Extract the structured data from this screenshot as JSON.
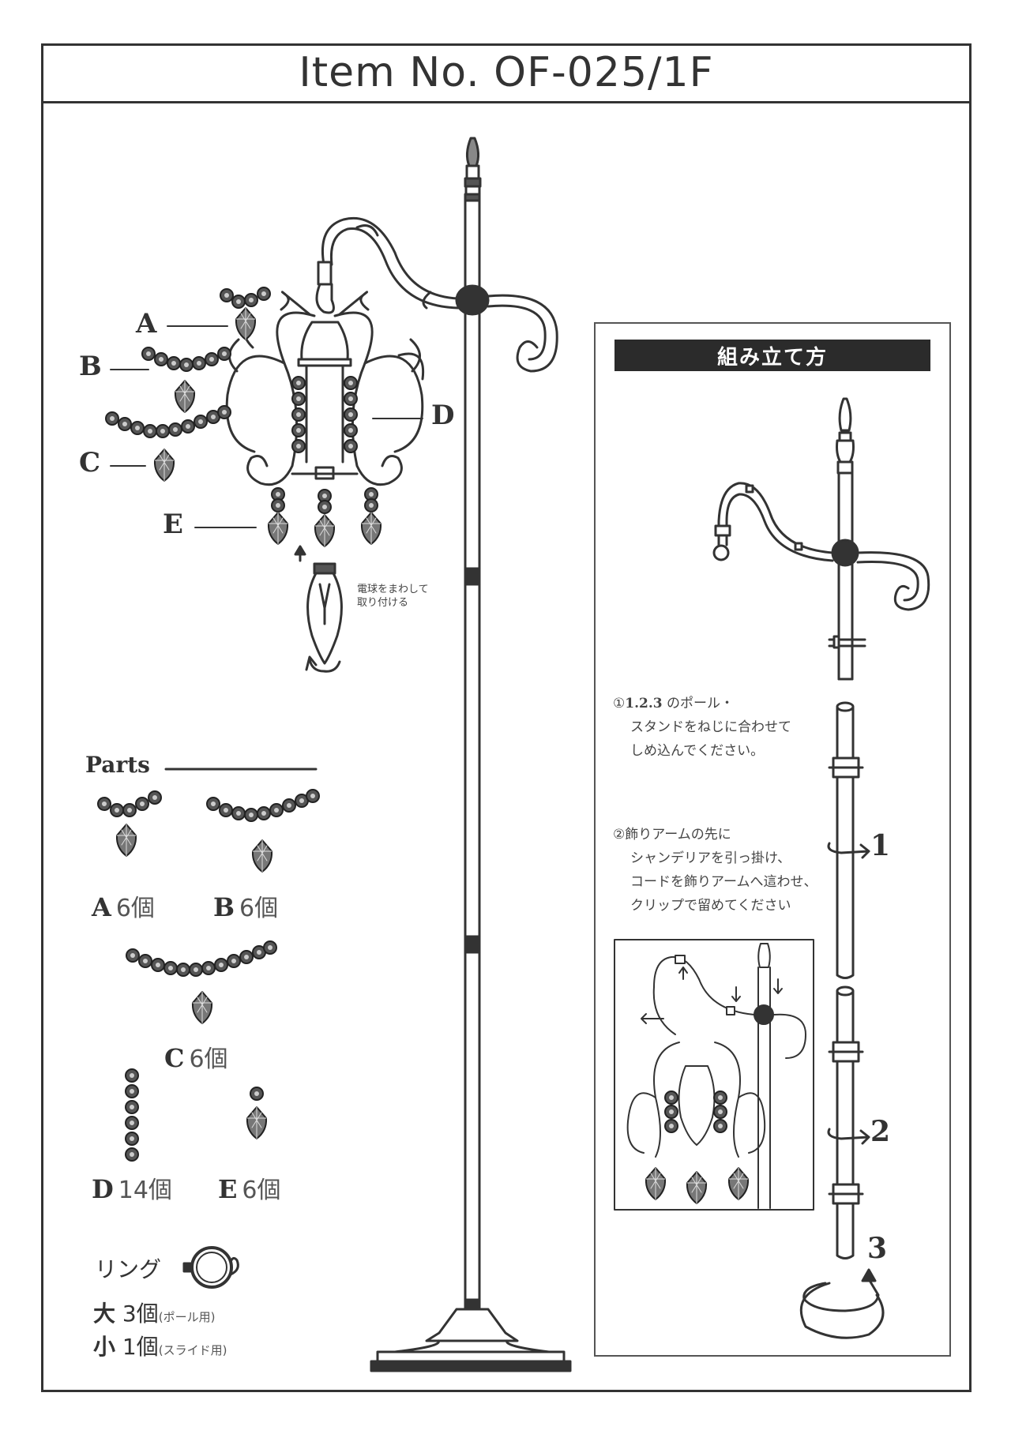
{
  "title": "Item No. OF-025/1F",
  "diagram_labels": {
    "a": "A",
    "b": "B",
    "c": "C",
    "d": "D",
    "e": "E"
  },
  "bulb_note": [
    "電球をまわして",
    "取り付ける"
  ],
  "parts": {
    "heading": "Parts",
    "items": [
      {
        "letter": "A",
        "qty": "6個"
      },
      {
        "letter": "B",
        "qty": "6個"
      },
      {
        "letter": "C",
        "qty": "6個"
      },
      {
        "letter": "D",
        "qty": "14個"
      },
      {
        "letter": "E",
        "qty": "6個"
      }
    ],
    "ring": {
      "name": "リング",
      "large": "大",
      "large_qty": "3個",
      "large_use": "(ポール用)",
      "small": "小",
      "small_qty": "1個",
      "small_use": "(スライド用)"
    }
  },
  "assembly": {
    "heading": "組み立て方",
    "step1": {
      "mark": "①",
      "nums": "1.2.3",
      "lines": [
        "のポール・",
        "スタンドをねじに合わせて",
        "しめ込んでください。"
      ]
    },
    "step2": {
      "mark": "②",
      "lines": [
        "飾りアームの先に",
        "シャンデリアを引っ掛け、",
        "コードを飾りアームへ這わせ、",
        "クリップで留めてください"
      ]
    },
    "markers": [
      "1",
      "2",
      "3"
    ]
  },
  "colors": {
    "line": "#333333",
    "dark": "#2b2b2b"
  }
}
